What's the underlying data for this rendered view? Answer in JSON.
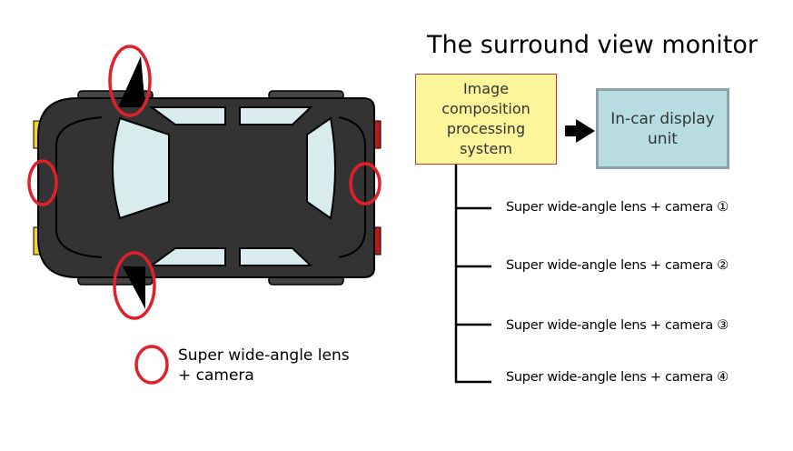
{
  "title": "The surround view monitor",
  "processing_box": "Image\ncomposition\nprocessing\nsystem",
  "display_box": "In-car display\nunit",
  "cameras": [
    "Super wide-angle lens + camera  ①",
    "Super wide-angle lens + camera  ②",
    "Super wide-angle lens + camera  ③",
    "Super wide-angle lens + camera  ④"
  ],
  "legend": "Super wide-angle lens\n+ camera",
  "colors": {
    "marker": "#e0202a",
    "car": "#333333",
    "glass": "#d8ecee",
    "processing": "#fdf59a",
    "display": "#b7dde3"
  }
}
